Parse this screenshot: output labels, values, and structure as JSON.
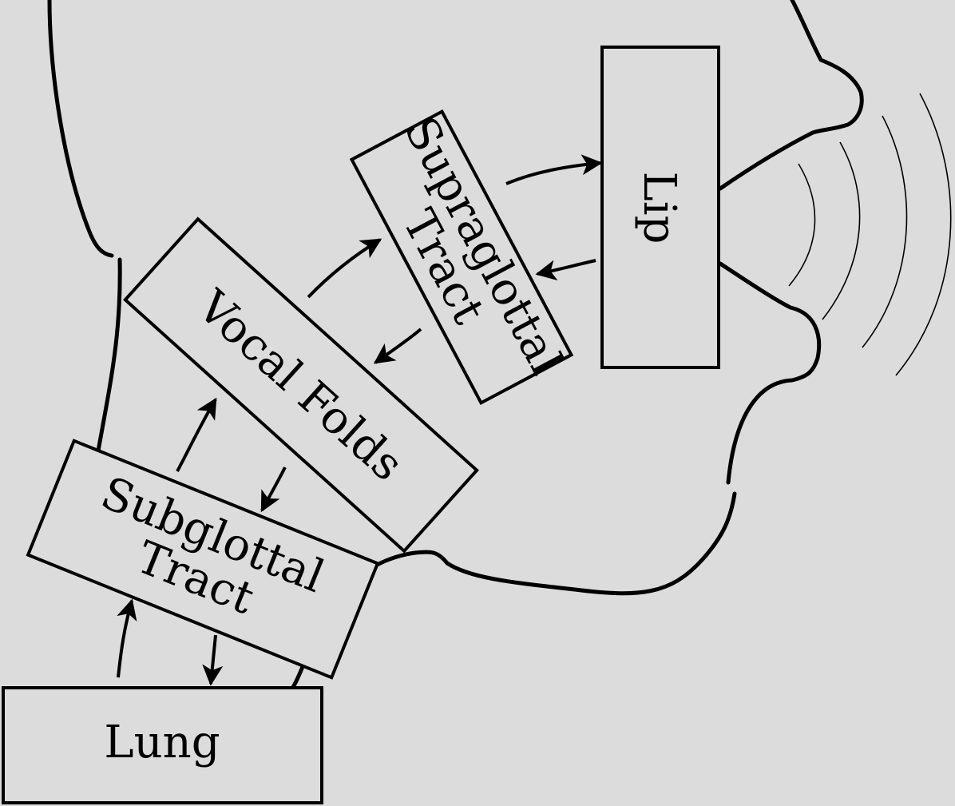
{
  "diagram": {
    "boxes": {
      "lung": {
        "lines": [
          "Lung"
        ]
      },
      "subglottal": {
        "lines": [
          "Subglottal",
          "Tract"
        ]
      },
      "vocal_folds": {
        "lines": [
          "Vocal Folds"
        ]
      },
      "supraglottal": {
        "lines": [
          "Supraglottal",
          "Tract"
        ]
      },
      "lip": {
        "lines": [
          "Lip"
        ]
      }
    },
    "connections": [
      {
        "from": "Lung",
        "to": "Subglottal Tract",
        "bidirectional": true
      },
      {
        "from": "Subglottal Tract",
        "to": "Vocal Folds",
        "bidirectional": true
      },
      {
        "from": "Vocal Folds",
        "to": "Supraglottal Tract",
        "bidirectional": true
      },
      {
        "from": "Supraglottal Tract",
        "to": "Lip",
        "bidirectional": true
      }
    ],
    "colors": {
      "background": "#dcdcdc",
      "stroke": "#000000"
    }
  }
}
